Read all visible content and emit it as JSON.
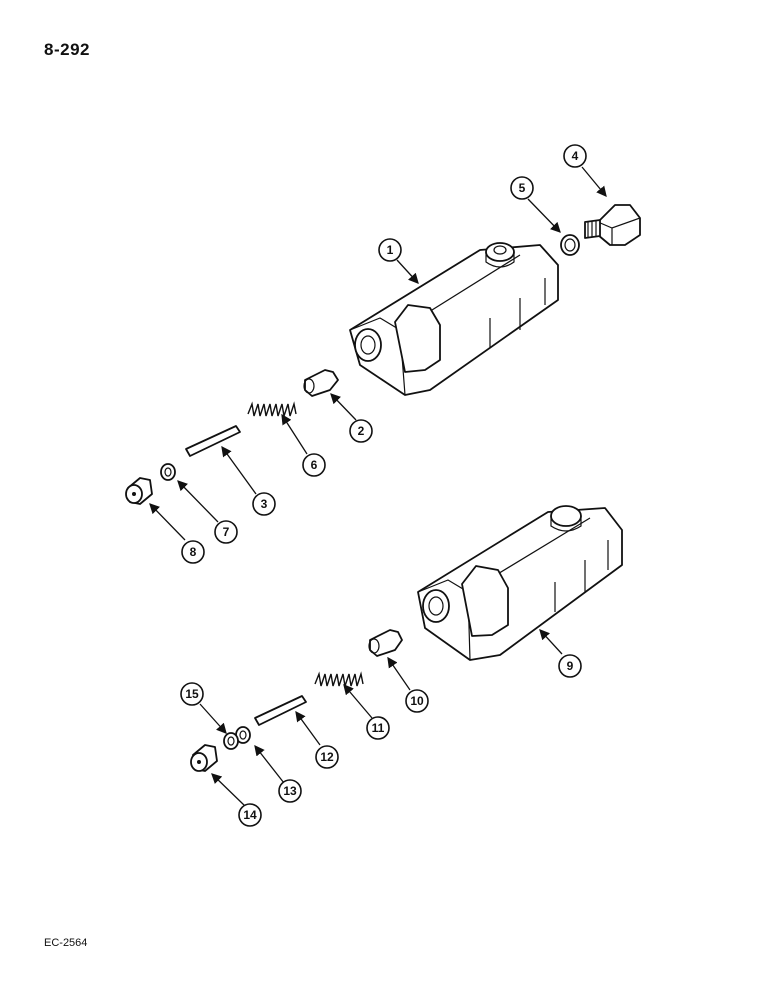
{
  "header": {
    "page_number": "8-292"
  },
  "footer": {
    "figure_code": "EC-2564"
  },
  "callouts": [
    "1",
    "2",
    "3",
    "4",
    "5",
    "6",
    "7",
    "8",
    "9",
    "10",
    "11",
    "12",
    "13",
    "14",
    "15"
  ]
}
